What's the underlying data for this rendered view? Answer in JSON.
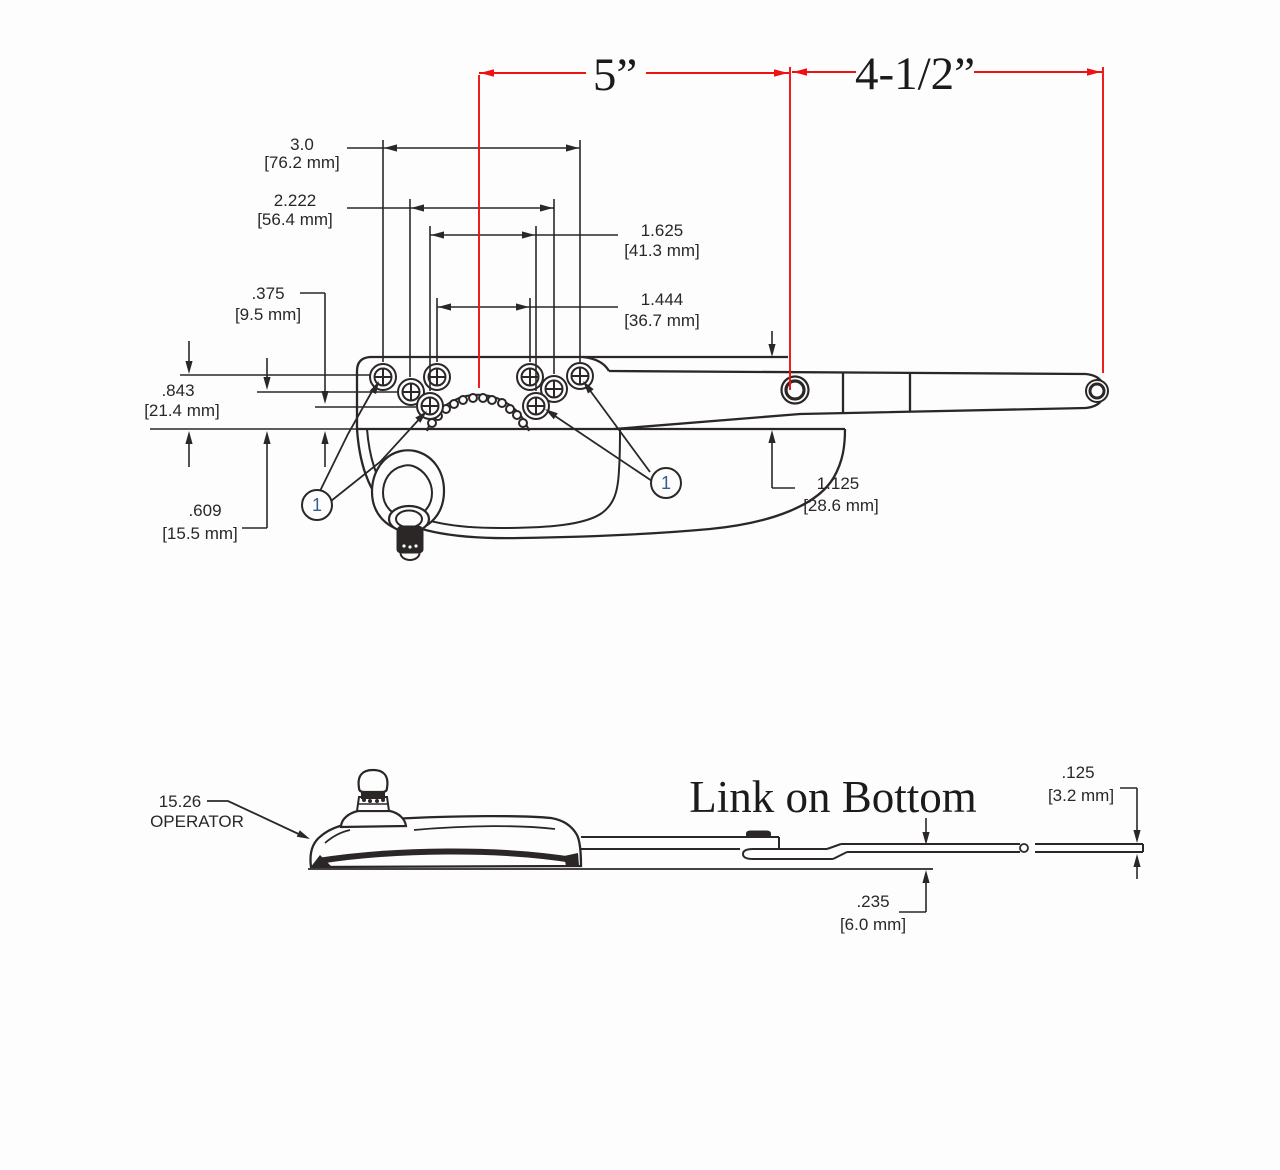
{
  "colors": {
    "ink": "#2b2727",
    "red": "#ee1212",
    "balloon_text": "#33608f",
    "background": "#fdfdfd"
  },
  "top_view": {
    "span_5in": "5”",
    "span_4_5in": "4-1/2”",
    "dim_3_0": {
      "in": "3.0",
      "mm": "[76.2 mm]"
    },
    "dim_2_222": {
      "in": "2.222",
      "mm": "[56.4 mm]"
    },
    "dim_1_625": {
      "in": "1.625",
      "mm": "[41.3 mm]"
    },
    "dim_1_444": {
      "in": "1.444",
      "mm": "[36.7 mm]"
    },
    "dim_0_375": {
      "in": ".375",
      "mm": "[9.5 mm]"
    },
    "dim_0_843": {
      "in": ".843",
      "mm": "[21.4 mm]"
    },
    "dim_0_609": {
      "in": ".609",
      "mm": "[15.5 mm]"
    },
    "dim_1_125": {
      "in": "1.125",
      "mm": "[28.6 mm]"
    },
    "balloon_left": "1",
    "balloon_right": "1"
  },
  "side_view": {
    "operator_callout_value": "15.26",
    "operator_callout_label": "OPERATOR",
    "note": "Link on Bottom",
    "dim_0_125": {
      "in": ".125",
      "mm": "[3.2 mm]"
    },
    "dim_0_235": {
      "in": ".235",
      "mm": "[6.0 mm]"
    }
  }
}
